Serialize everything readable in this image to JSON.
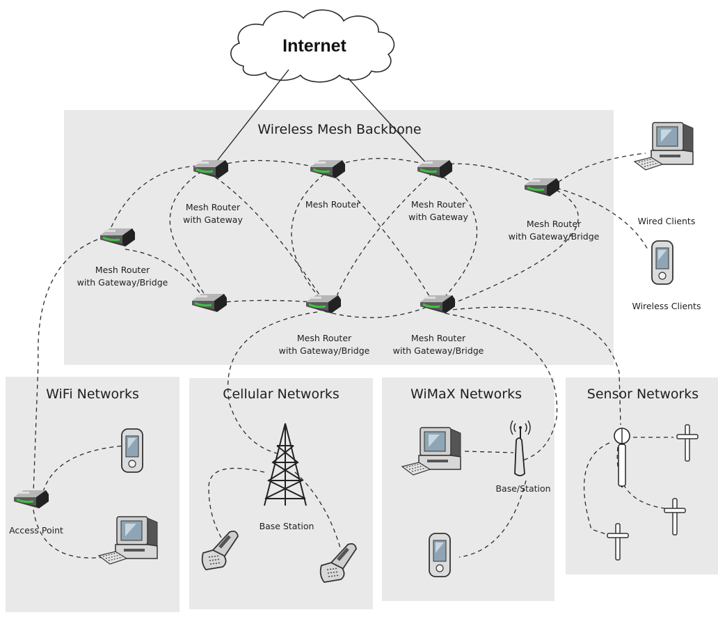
{
  "internet": "Internet",
  "regions": {
    "backbone": "Wireless Mesh Backbone",
    "wifi": "WiFi Networks",
    "cellular": "Cellular Networks",
    "wimax": "WiMaX Networks",
    "sensor": "Sensor Networks"
  },
  "routers": {
    "r1": [
      "Mesh Router",
      "with Gateway"
    ],
    "r2": [
      "Mesh Router"
    ],
    "r3": [
      "Mesh Router",
      "with Gateway"
    ],
    "r4": [
      "Mesh Router",
      "with Gateway/Bridge"
    ],
    "r5": [
      "Mesh Router",
      "with Gateway/Bridge"
    ],
    "r7": [
      "Mesh Router",
      "with Gateway/Bridge"
    ],
    "r8": [
      "Mesh Router",
      "with Gateway/Bridge"
    ]
  },
  "clients": {
    "wired": "Wired Clients",
    "wireless": "Wireless Clients"
  },
  "devices": {
    "access_point": "Access Point",
    "cell_base_station": "Base Station",
    "wimax_base_station": "Base/Station"
  }
}
